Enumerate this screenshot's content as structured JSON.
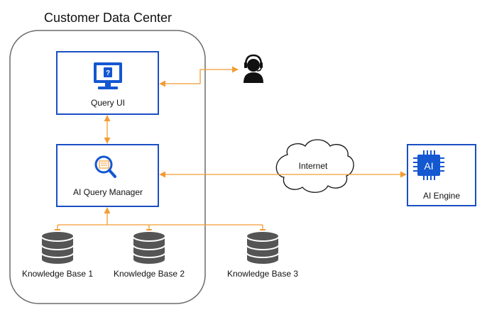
{
  "title": "Customer Data Center",
  "nodes": {
    "query_ui": "Query UI",
    "query_manager": "AI Query Manager",
    "ai_engine": "AI Engine",
    "ai_chip_label": "AI",
    "internet": "Internet",
    "kb1": "Knowledge Base 1",
    "kb2": "Knowledge Base 2",
    "kb3": "Knowledge Base 3",
    "monitor_symbol": "?"
  },
  "icons": {
    "user": "support-agent-headset-icon",
    "monitor": "monitor-question-icon",
    "search": "magnifier-document-icon",
    "chip": "ai-chip-icon",
    "database": "database-icon",
    "cloud": "cloud-icon"
  },
  "colors": {
    "box_border": "#1a4fc4",
    "icon_blue": "#1357d1",
    "arrow": "#f39c33",
    "container_border": "#6b6b6b",
    "database": "#555555"
  }
}
